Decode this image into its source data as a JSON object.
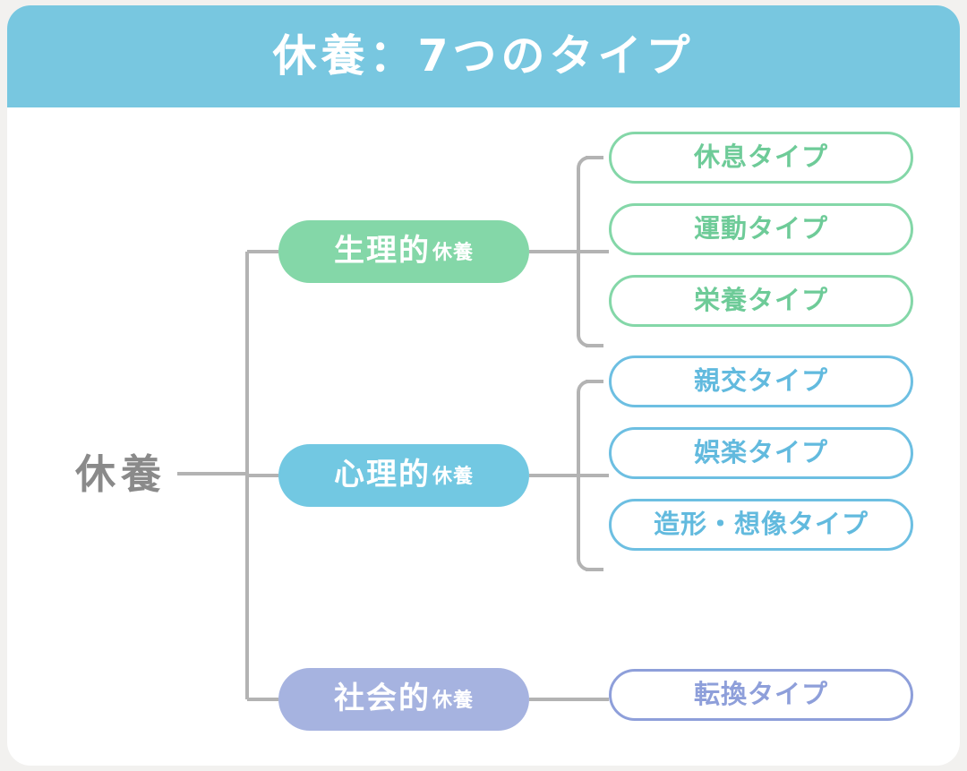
{
  "header": {
    "title": "休養：7つのタイプ",
    "background_color": "#78c7e0",
    "text_color": "#ffffff"
  },
  "root": {
    "label": "休養",
    "text_color": "#8a8a8a"
  },
  "connector_color": "#b3b3b3",
  "branches": [
    {
      "id": "physiological",
      "main_label": "生理的",
      "sub_label": "休養",
      "full_label": "生理的休養",
      "fill_color": "#84d7a8",
      "text_color": "#ffffff",
      "children": [
        {
          "label": "休息タイプ",
          "border_color": "#84d7a8",
          "text_color": "#6ecb98"
        },
        {
          "label": "運動タイプ",
          "border_color": "#84d7a8",
          "text_color": "#6ecb98"
        },
        {
          "label": "栄養タイプ",
          "border_color": "#84d7a8",
          "text_color": "#6ecb98"
        }
      ]
    },
    {
      "id": "psychological",
      "main_label": "心理的",
      "sub_label": "休養",
      "full_label": "心理的休養",
      "fill_color": "#72c8e2",
      "text_color": "#ffffff",
      "children": [
        {
          "label": "親交タイプ",
          "border_color": "#6dbfe2",
          "text_color": "#62bade"
        },
        {
          "label": "娯楽タイプ",
          "border_color": "#6dbfe2",
          "text_color": "#62bade"
        },
        {
          "label": "造形・想像タイプ",
          "border_color": "#6dbfe2",
          "text_color": "#62bade"
        }
      ]
    },
    {
      "id": "social",
      "main_label": "社会的",
      "sub_label": "休養",
      "full_label": "社会的休養",
      "fill_color": "#a6b3e0",
      "text_color": "#ffffff",
      "children": [
        {
          "label": "転換タイプ",
          "border_color": "#8e9fda",
          "text_color": "#8e9fda"
        }
      ]
    }
  ]
}
